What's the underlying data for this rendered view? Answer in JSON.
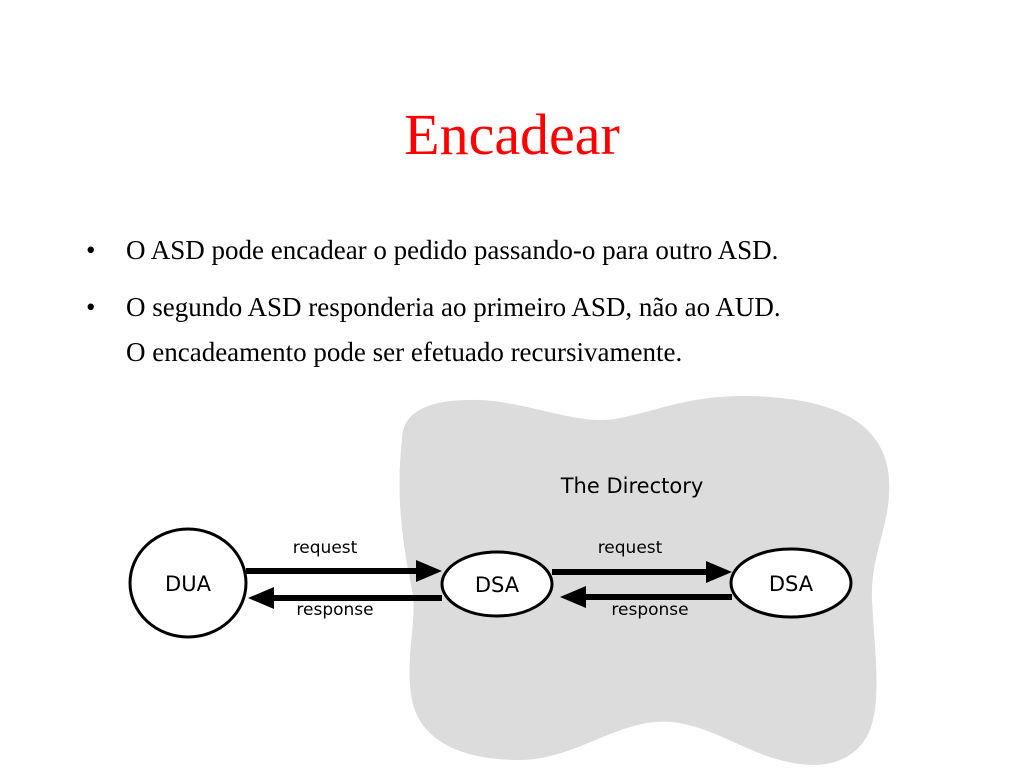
{
  "slide": {
    "title": "Encadear",
    "title_color": "#ff0000",
    "bullet_symbol": "•",
    "bullets": [
      {
        "text": "O ASD pode encadear o pedido passando-o para outro ASD.",
        "text2": ""
      },
      {
        "text": "O segundo ASD responderia ao primeiro ASD, não ao AUD.",
        "text2": "O encadeamento pode ser efetuado recursivamente."
      }
    ]
  },
  "diagram": {
    "cloud_label": "The Directory",
    "cloud_color": "#dcdcdc",
    "nodes": {
      "dua": "DUA",
      "dsa1": "DSA",
      "dsa2": "DSA"
    },
    "arrows": {
      "request_1": "request",
      "response_1": "response",
      "request_2": "request",
      "response_2": "response"
    }
  }
}
